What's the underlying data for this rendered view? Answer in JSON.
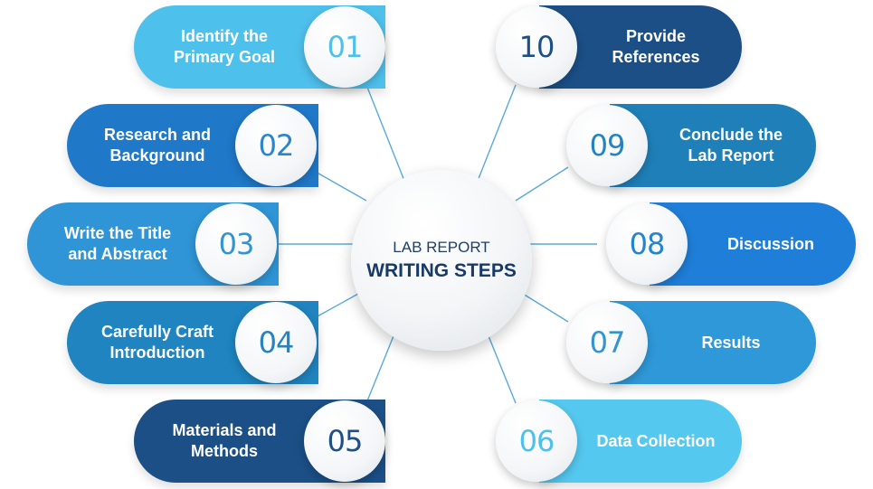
{
  "center": {
    "title_small": "LAB REPORT",
    "title_main": "WRITING STEPS"
  },
  "steps": [
    {
      "num": "01",
      "label": "Identify the\nPrimary Goal",
      "side": "left",
      "color": "#4ec0ec",
      "num_color": "#4ec0ec"
    },
    {
      "num": "02",
      "label": "Research and\nBackground",
      "side": "left",
      "color": "#1f78c8",
      "num_color": "#2a86c8"
    },
    {
      "num": "03",
      "label": "Write the Title\nand Abstract",
      "side": "left",
      "color": "#2f95d6",
      "num_color": "#3394d2"
    },
    {
      "num": "04",
      "label": "Carefully Craft\nIntroduction",
      "side": "left",
      "color": "#1f84bf",
      "num_color": "#2384c0"
    },
    {
      "num": "05",
      "label": "Materials and\nMethods",
      "side": "left",
      "color": "#1b4f86",
      "num_color": "#1e4f86"
    },
    {
      "num": "06",
      "label": "Data Collection",
      "side": "right",
      "color": "#55c8ef",
      "num_color": "#4ec0ec"
    },
    {
      "num": "07",
      "label": "Results",
      "side": "right",
      "color": "#2f98d8",
      "num_color": "#3394d2"
    },
    {
      "num": "08",
      "label": "Discussion",
      "side": "right",
      "color": "#1f7ed8",
      "num_color": "#2384d0"
    },
    {
      "num": "09",
      "label": "Conclude the\nLab Report",
      "side": "right",
      "color": "#1f7fb8",
      "num_color": "#2384c0"
    },
    {
      "num": "10",
      "label": "Provide\nReferences",
      "side": "right",
      "color": "#1b4f86",
      "num_color": "#1e4f86"
    }
  ],
  "colors": {
    "connector": "#5aa9da"
  }
}
